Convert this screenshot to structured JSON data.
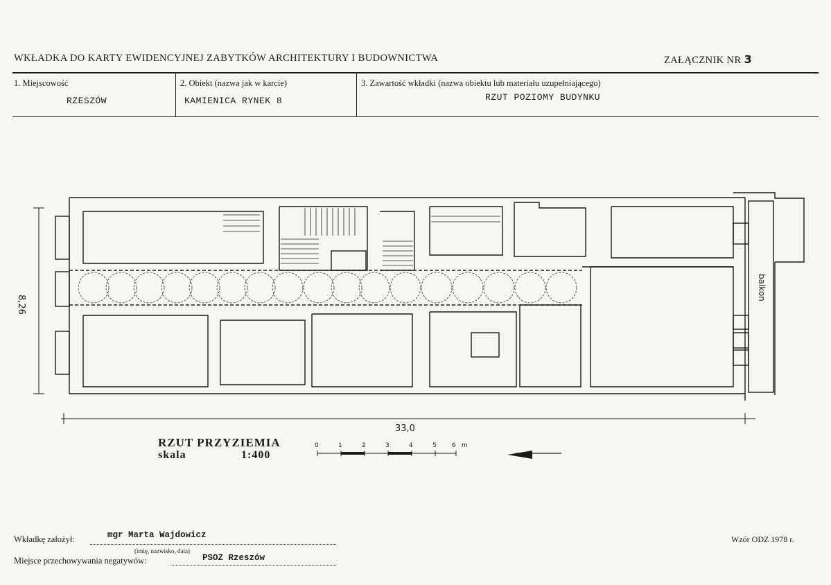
{
  "header": {
    "title": "WKŁADKA DO KARTY EWIDENCYJNEJ ZABYTKÓW ARCHITEKTURY I BUDOWNICTWA",
    "annex_label": "ZAŁĄCZNIK NR",
    "annex_number": "3"
  },
  "fields": {
    "locality_label": "1. Miejscowość",
    "locality_value": "RZESZÓW",
    "object_label": "2. Obiekt (nazwa jak w karcie)",
    "object_value": "KAMIENICA RYNEK 8",
    "content_label": "3. Zawartość wkładki (nazwa obiektu lub materiału uzupełniającego)",
    "content_value": "RZUT POZIOMY BUDYNKU"
  },
  "drawing": {
    "width_dimension": "8,26",
    "length_dimension": "33,0",
    "balcony_label": "balkon",
    "plan_title": "RZUT PRZYZIEMIA",
    "scale_label": "skala",
    "scale_value": "1:400",
    "scale_ticks": [
      "0",
      "1",
      "2",
      "3",
      "4",
      "5",
      "6"
    ],
    "scale_unit": "m"
  },
  "footer": {
    "author_label": "Wkładkę założył:",
    "author_value": "mgr Marta Wajdowicz",
    "author_note": "(imię, nazwisko, data)",
    "storage_label": "Miejsce przechowywania negatywów:",
    "storage_value": "PSOZ Rzeszów",
    "template_note": "Wzór ODZ 1978 r."
  }
}
